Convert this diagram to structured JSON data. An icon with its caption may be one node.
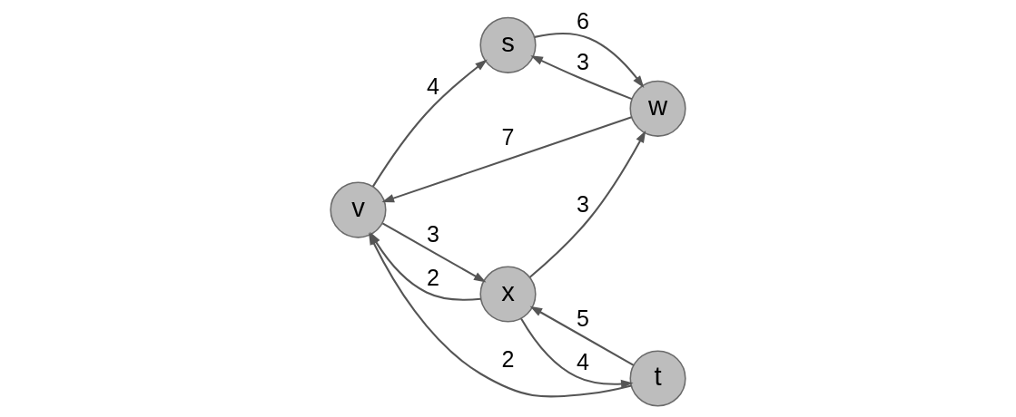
{
  "diagram": {
    "nodes": [
      {
        "text": [
          "v"
        ]
      },
      {
        "text": [
          "t"
        ]
      },
      {
        "text": [
          "s"
        ]
      },
      {
        "text": [
          "x"
        ]
      },
      {
        "text": [
          "w"
        ]
      }
    ],
    "edges": [
      {
        "from": 1,
        "to": 0,
        "arrow": "to",
        "label": "2"
      },
      {
        "from": 0,
        "to": 2,
        "arrow": "to",
        "label": "4"
      },
      {
        "from": 4,
        "to": 0,
        "arrow": "to",
        "label": "7"
      },
      {
        "from": 0,
        "to": 3,
        "arrow": "to",
        "label": "3"
      },
      {
        "from": 3,
        "to": 0,
        "arrow": "to",
        "label": "2"
      },
      {
        "from": 1,
        "to": 3,
        "arrow": "to",
        "label": "5"
      },
      {
        "from": 3,
        "to": 1,
        "arrow": "to",
        "label": "4"
      },
      {
        "from": 2,
        "to": 4,
        "arrow": "to",
        "label": "6"
      },
      {
        "from": 4,
        "to": 2,
        "arrow": "to",
        "label": "3"
      },
      {
        "from": 3,
        "to": 4,
        "arrow": "to",
        "label": "3"
      }
    ]
  }
}
